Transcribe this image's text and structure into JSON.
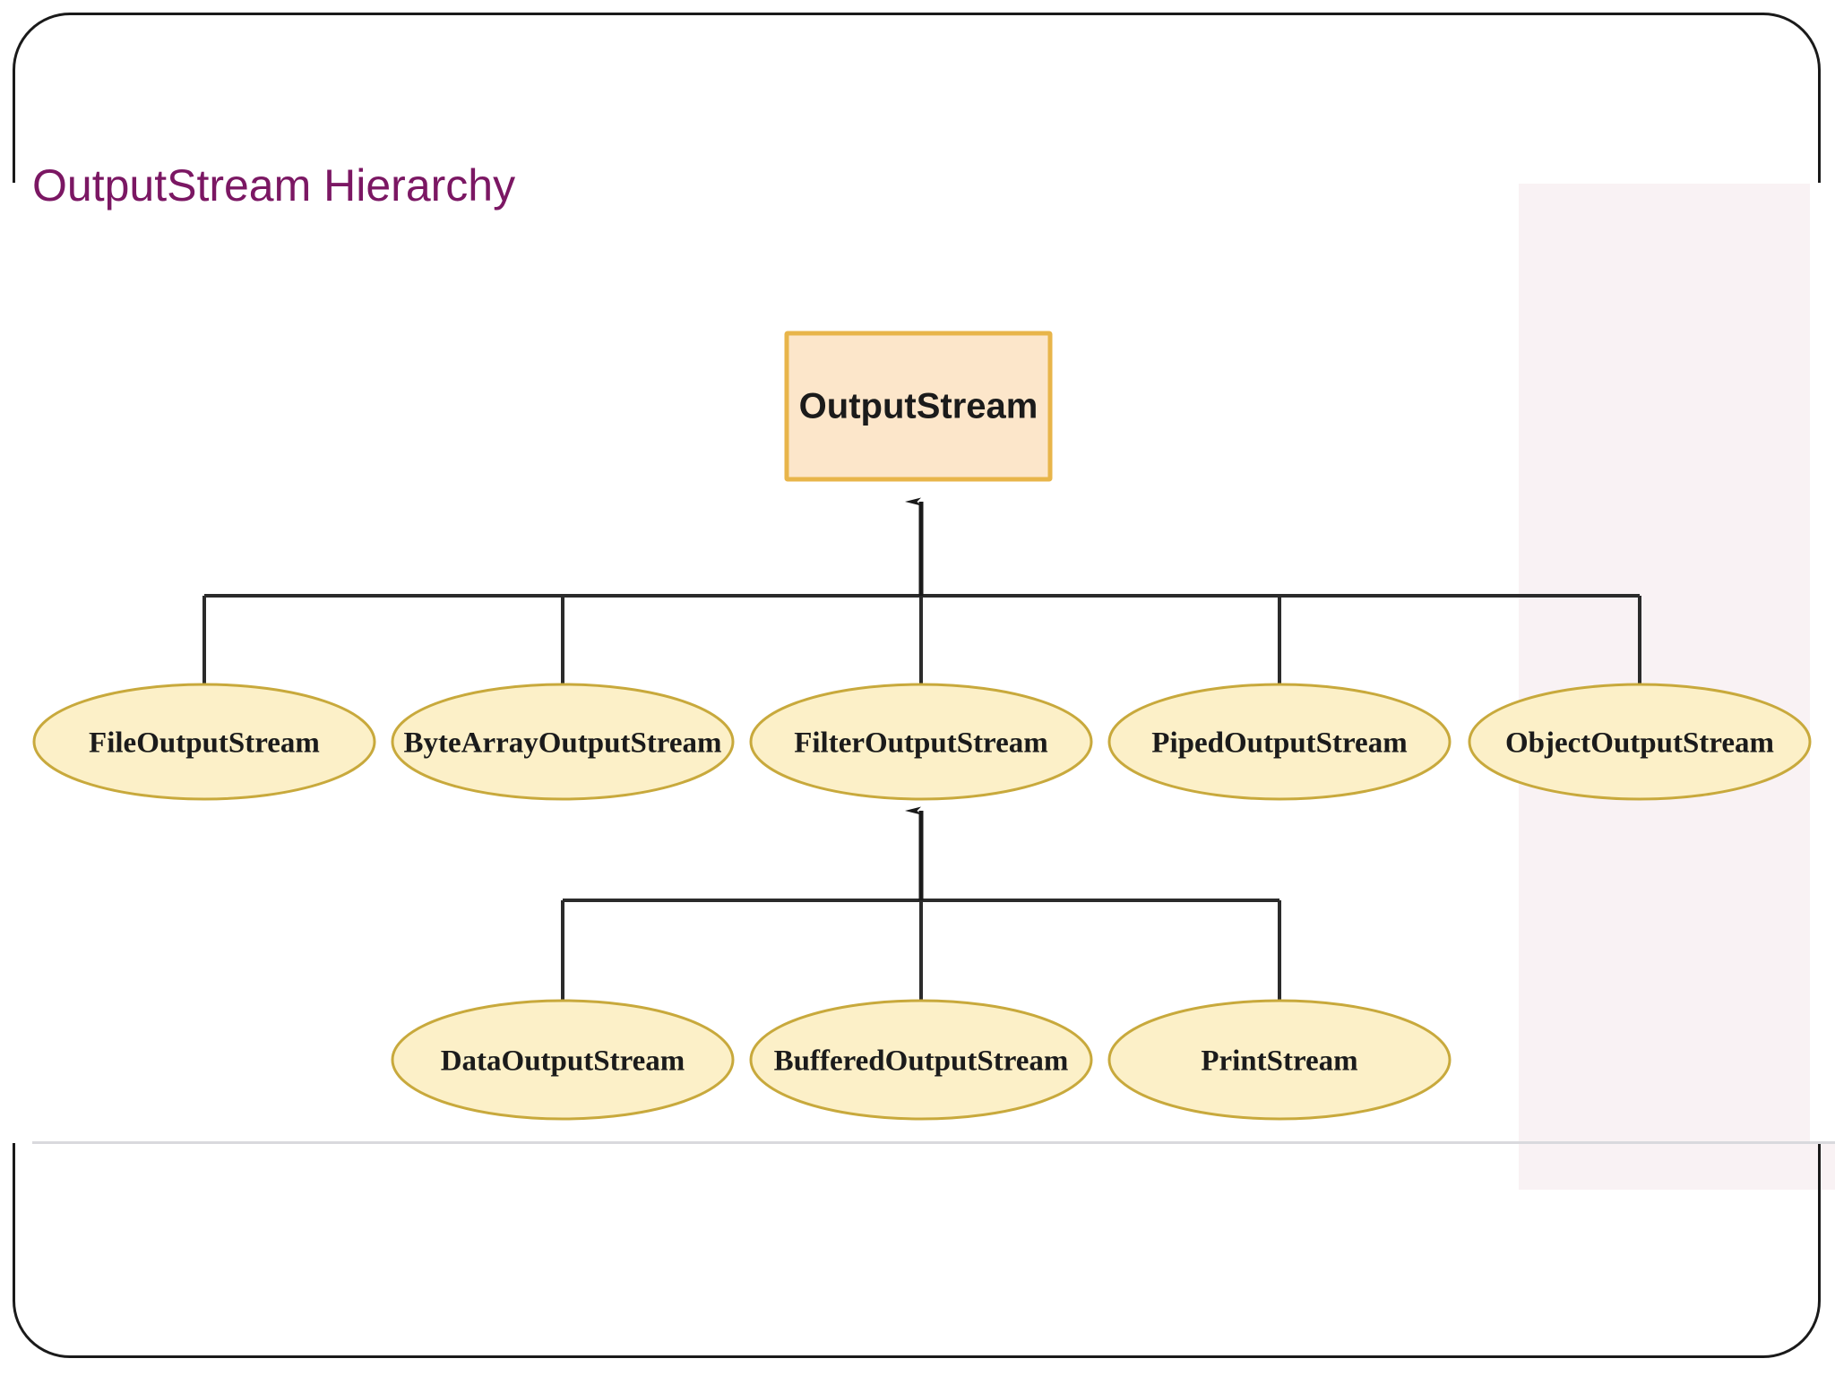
{
  "slide": {
    "title": "OutputStream Hierarchy",
    "title_color": "#7b1763",
    "background": "#ffffff",
    "frame_color": "#1a1a1a",
    "accent_band_color": "#f9f2f4",
    "rule_color": "#d9d9dd"
  },
  "diagram": {
    "type": "class-hierarchy",
    "root": {
      "label": "OutputStream",
      "shape": "rectangle",
      "fill": "#fce6ca",
      "stroke": "#e8b54a"
    },
    "ellipse_fill": "#fcf0c8",
    "ellipse_stroke": "#c8a93c",
    "connector_color": "#2b2b2b",
    "level1": [
      {
        "label": "FileOutputStream"
      },
      {
        "label": "ByteArrayOutputStream"
      },
      {
        "label": "FilterOutputStream"
      },
      {
        "label": "PipedOutputStream"
      },
      {
        "label": "ObjectOutputStream"
      }
    ],
    "level2_parent": "FilterOutputStream",
    "level2": [
      {
        "label": "DataOutputStream"
      },
      {
        "label": "BufferedOutputStream"
      },
      {
        "label": "PrintStream"
      }
    ]
  }
}
